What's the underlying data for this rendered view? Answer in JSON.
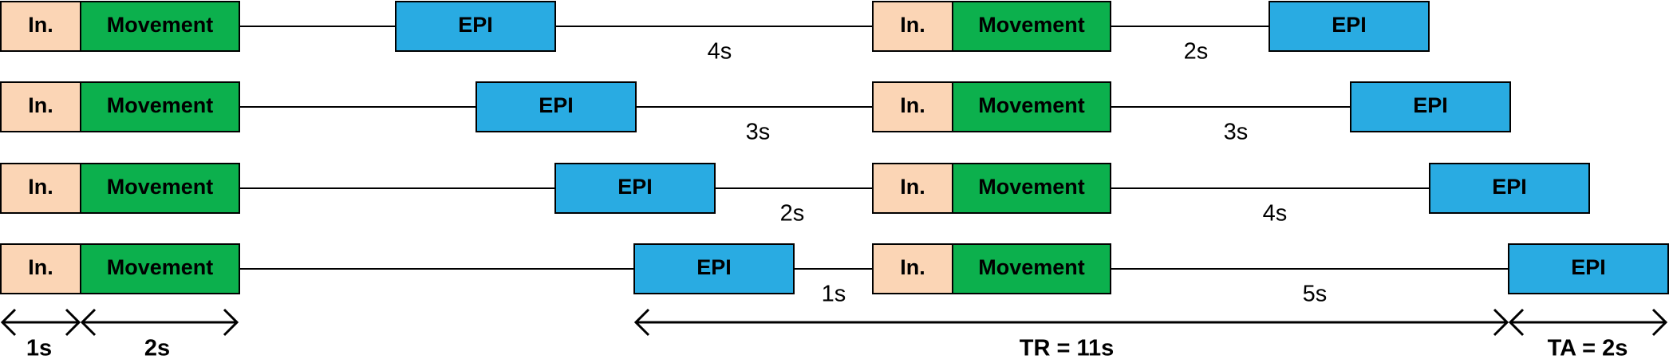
{
  "colors": {
    "instruction": "#FBD5B5",
    "movement": "#0CB04D",
    "epi": "#29ABE2",
    "stroke": "#000000"
  },
  "labels": {
    "instruction": "In.",
    "movement": "Movement",
    "epi": "EPI"
  },
  "rows": [
    {
      "trial1_gap": "",
      "trial2_gap_before_second_trial": "4s",
      "trial2_gap": "2s"
    },
    {
      "trial2_gap_before_second_trial": "3s",
      "trial2_gap": "3s"
    },
    {
      "trial2_gap_before_second_trial": "2s",
      "trial2_gap": "4s"
    },
    {
      "trial2_gap_before_second_trial": "1s",
      "trial2_gap": "5s"
    }
  ],
  "dimensions": {
    "instruction_duration": "1s",
    "movement_duration": "2s",
    "tr": "TR = 11s",
    "ta": "TA = 2s"
  }
}
